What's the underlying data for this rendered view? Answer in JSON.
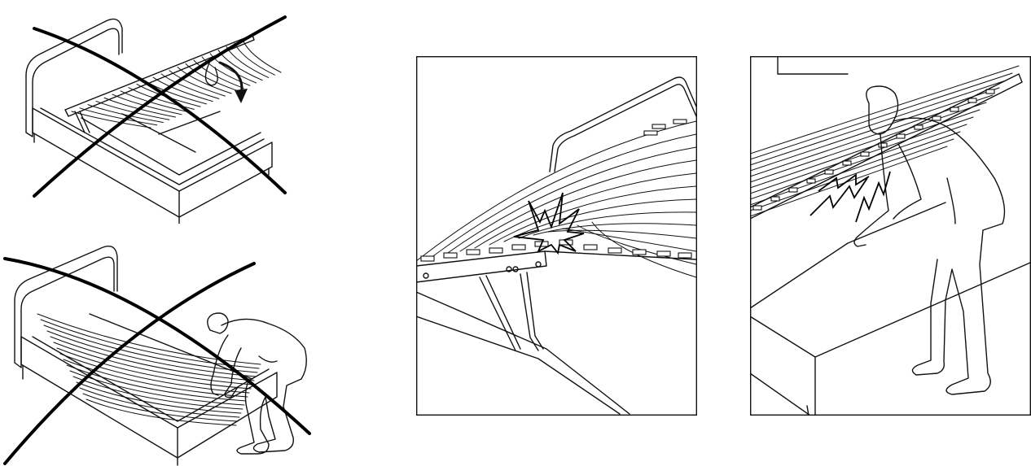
{
  "page": {
    "type": "instruction-illustration",
    "background": "#ffffff",
    "line_color": "#111111"
  },
  "panels": [
    {
      "id": "bed-lid-dropping",
      "icon": "prohibited-cross-icon",
      "status": "wrong"
    },
    {
      "id": "bed-pressing-slats",
      "icon": "prohibited-cross-icon",
      "status": "wrong"
    },
    {
      "id": "slat-crack-closeup",
      "icon": "impact-burst-icon",
      "status": "warning"
    },
    {
      "id": "person-hit-by-lid",
      "icon": "lightning-pain-icon",
      "status": "warning"
    }
  ]
}
